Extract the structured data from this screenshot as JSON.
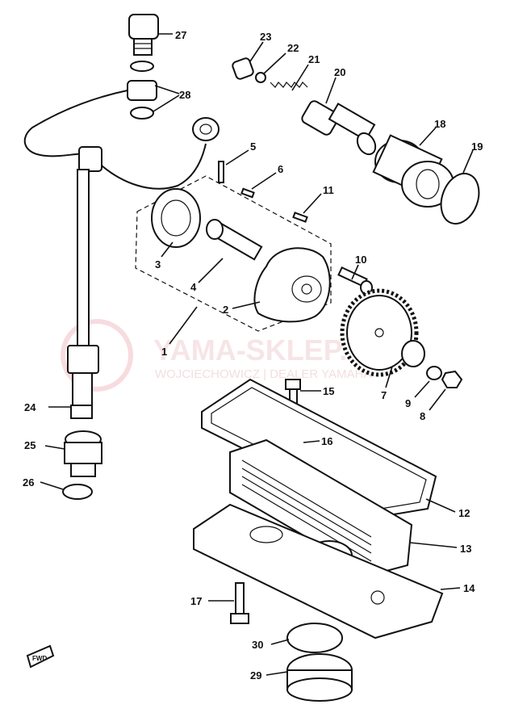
{
  "watermark": {
    "brand": "YAMA-SKLEP.PL",
    "sub": "WOJCIECHOWICZ | DEALER YAMAHA"
  },
  "direction_badge": "FWD",
  "callouts": [
    {
      "id": "c27",
      "text": "27"
    },
    {
      "id": "c28",
      "text": "28"
    },
    {
      "id": "c23",
      "text": "23"
    },
    {
      "id": "c22",
      "text": "22"
    },
    {
      "id": "c21",
      "text": "21"
    },
    {
      "id": "c20",
      "text": "20"
    },
    {
      "id": "c18",
      "text": "18"
    },
    {
      "id": "c19",
      "text": "19"
    },
    {
      "id": "c5",
      "text": "5"
    },
    {
      "id": "c6",
      "text": "6"
    },
    {
      "id": "c11",
      "text": "11"
    },
    {
      "id": "c3",
      "text": "3"
    },
    {
      "id": "c4",
      "text": "4"
    },
    {
      "id": "c10",
      "text": "10"
    },
    {
      "id": "c2",
      "text": "2"
    },
    {
      "id": "c1",
      "text": "1"
    },
    {
      "id": "c7",
      "text": "7"
    },
    {
      "id": "c9",
      "text": "9"
    },
    {
      "id": "c8",
      "text": "8"
    },
    {
      "id": "c24",
      "text": "24"
    },
    {
      "id": "c15",
      "text": "15"
    },
    {
      "id": "c16",
      "text": "16"
    },
    {
      "id": "c25",
      "text": "25"
    },
    {
      "id": "c26",
      "text": "26"
    },
    {
      "id": "c12",
      "text": "12"
    },
    {
      "id": "c13",
      "text": "13"
    },
    {
      "id": "c14",
      "text": "14"
    },
    {
      "id": "c17",
      "text": "17"
    },
    {
      "id": "c30",
      "text": "30"
    },
    {
      "id": "c29",
      "text": "29"
    }
  ]
}
